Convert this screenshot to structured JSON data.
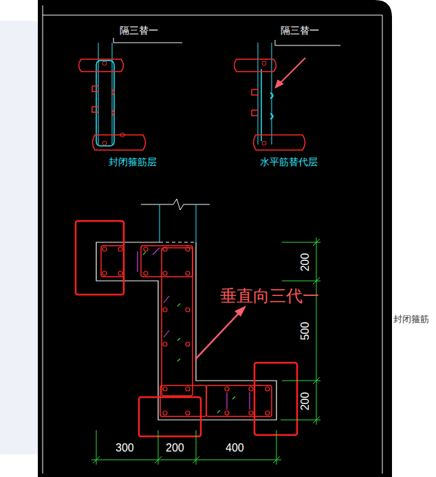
{
  "diagram": {
    "labels": [
      "隔三替一",
      "隔三替一",
      "封闭箍筋层",
      "水平筋替代层",
      "垂直向三代一",
      "200",
      "500",
      "200",
      "300",
      "200",
      "400",
      "封闭箍筋"
    ]
  }
}
